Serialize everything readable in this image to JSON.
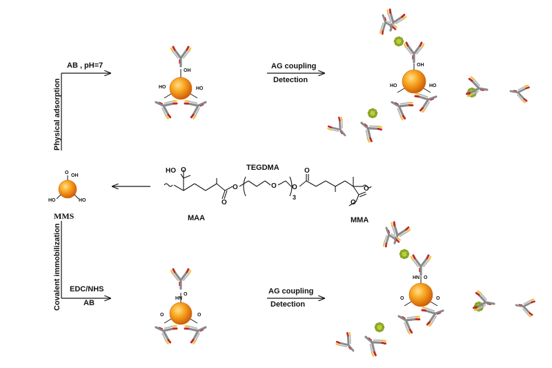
{
  "labels": {
    "ab_ph": "AB , pH=7",
    "physical_adsorption": "Physical adsorption",
    "ag_coupling_top": "AG coupling",
    "detection_top": "Detection",
    "covalent_immobilization": "Covalent immobilization",
    "edc_nhs": "EDC/NHS",
    "ab": "AB",
    "ag_coupling_bottom": "AG coupling",
    "detection_bottom": "Detection",
    "mms": "MMS"
  },
  "polymer": {
    "tegdma": "TEGDMA",
    "maa": "MAA",
    "mma": "MMA",
    "ho": "HO",
    "subscript": "3"
  },
  "groups": {
    "cooh": "OH",
    "ho": "HO",
    "hn": "HN"
  },
  "colors": {
    "bead_core": "#f7a21b",
    "bead_edge": "#d4650b",
    "antibody": "#8a8a8a",
    "antibody_accent_red": "#c0272d",
    "antibody_accent_yellow": "#e8c33a",
    "antigen": "#9ab52a"
  },
  "icons": {
    "bead": "magnetic-microsphere-icon",
    "antibody": "antibody-icon",
    "antigen": "antigen-icon"
  }
}
